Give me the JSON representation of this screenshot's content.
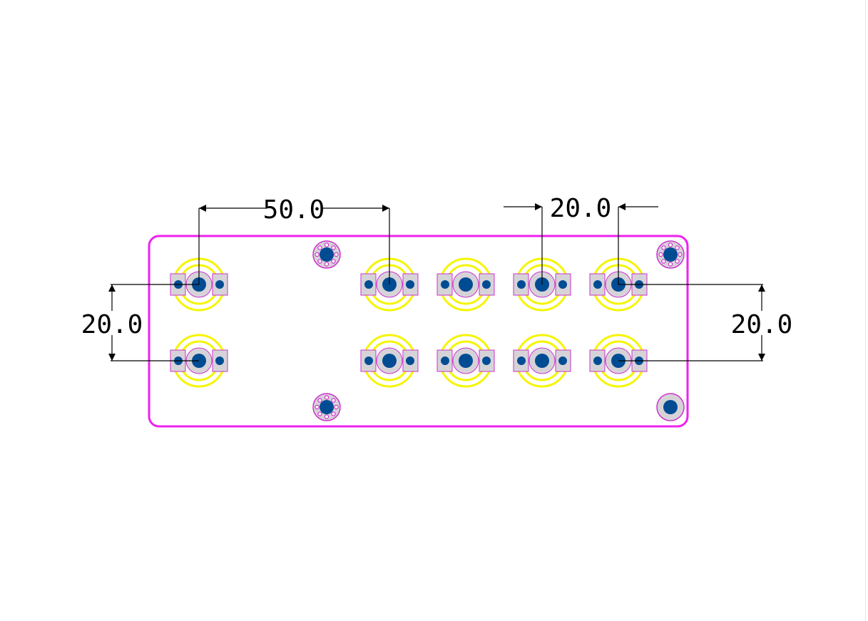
{
  "colors": {
    "outline": "#ee22ee",
    "ring": "#f5f500",
    "pad_fill": "#d6d3d8",
    "pad_stroke": "#cc33cc",
    "hole": "#004c93",
    "dimension": "#000000"
  },
  "dimensions": {
    "top_left": "50.0",
    "top_right": "20.0",
    "left": "20.0",
    "right": "20.0"
  }
}
